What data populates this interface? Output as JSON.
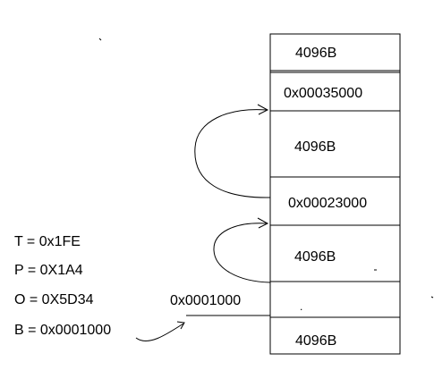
{
  "memory_stack": {
    "cells": [
      {
        "label": "4096B"
      },
      {
        "label": "0x00035000"
      },
      {
        "label": "4096B"
      },
      {
        "label": "0x00023000"
      },
      {
        "label": "4096B"
      },
      {
        "label": "."
      },
      {
        "label": "4096B"
      }
    ]
  },
  "variables": [
    {
      "text": "T = 0x1FE"
    },
    {
      "text": "P = 0X1A4"
    },
    {
      "text": "O = 0X5D34"
    },
    {
      "text": "B = 0x0001000"
    }
  ],
  "pointer_label": "0x0001000"
}
